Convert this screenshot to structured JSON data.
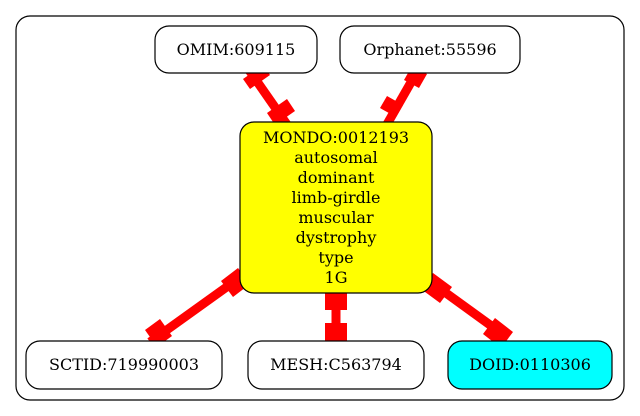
{
  "graph": {
    "center": {
      "id": "MONDO:0012193",
      "lines": [
        "MONDO:0012193",
        "autosomal",
        "dominant",
        "limb-girdle",
        "muscular",
        "dystrophy",
        "type",
        "1G"
      ],
      "fill": "#ffff00"
    },
    "nodes": [
      {
        "key": "omim",
        "label": "OMIM:609115",
        "fill": "#ffffff"
      },
      {
        "key": "orphanet",
        "label": "Orphanet:55596",
        "fill": "#ffffff"
      },
      {
        "key": "sctid",
        "label": "SCTID:719990003",
        "fill": "#ffffff"
      },
      {
        "key": "mesh",
        "label": "MESH:C563794",
        "fill": "#ffffff"
      },
      {
        "key": "doid",
        "label": "DOID:0110306",
        "fill": "#00ffff"
      }
    ],
    "edge_color": "#ff0000",
    "edge_style": "tee-both-ends"
  }
}
